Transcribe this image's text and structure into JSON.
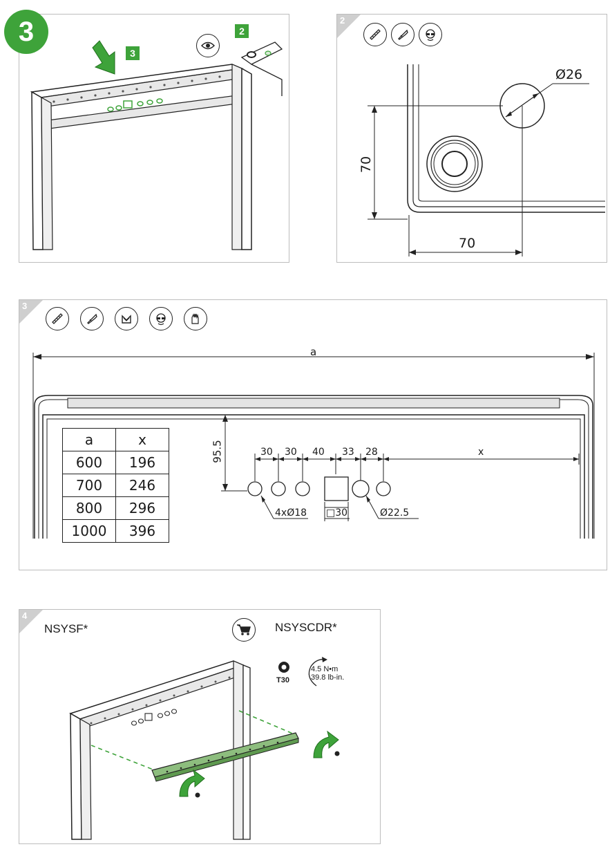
{
  "step": {
    "number": "3"
  },
  "panel1": {
    "callouts": [
      "3",
      "2"
    ],
    "icons": [
      "eye-icon"
    ]
  },
  "panel2": {
    "number": "2",
    "icons": [
      "measure-icon",
      "drill-icon",
      "safety-glasses-icon"
    ],
    "diameter_label": "Ø26",
    "vertical_dim": "70",
    "horizontal_dim": "70"
  },
  "panel3": {
    "number": "3",
    "icons": [
      "measure-icon",
      "drill-icon",
      "deburr-icon",
      "safety-glasses-icon",
      "gloves-icon"
    ],
    "overall_dim": "a",
    "height_dim": "95.5",
    "spacing_dims": [
      "30",
      "30",
      "40",
      "33",
      "28"
    ],
    "x_dim": "x",
    "hole_label_small": "4xØ18",
    "square_label": "□30",
    "hole_label_large": "Ø22.5",
    "table": {
      "headers": [
        "a",
        "x"
      ],
      "rows": [
        [
          "600",
          "196"
        ],
        [
          "700",
          "246"
        ],
        [
          "800",
          "296"
        ],
        [
          "1000",
          "396"
        ]
      ]
    }
  },
  "panel4": {
    "number": "4",
    "product_left": "NSYSF*",
    "product_right": "NSYSCDR*",
    "cart_icon": "cart-icon",
    "torx_label": "T30",
    "torque_nm": "4.5 N•m",
    "torque_lbin": "39.8 lb-in."
  }
}
